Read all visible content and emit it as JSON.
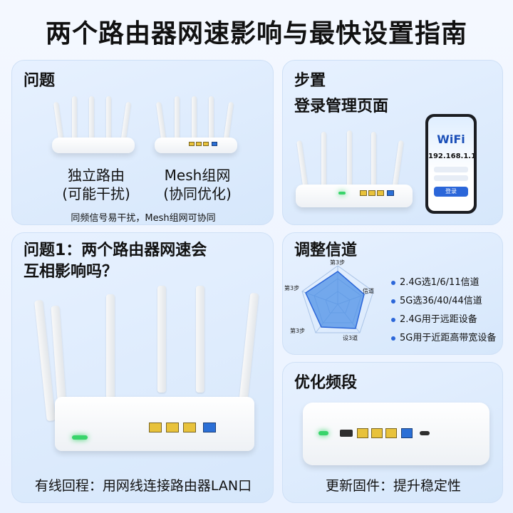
{
  "title": "两个路由器网速影响与最快设置指南",
  "card_problem": {
    "title": "问题",
    "left_label_line1": "独立路由",
    "left_label_line2": "(可能干扰)",
    "right_label_line1": "Mesh组网",
    "right_label_line2": "(协同优化)",
    "note": "同频信号易干扰，Mesh组网可协同"
  },
  "card_steps": {
    "title_line1": "步置",
    "title_line2": "登录管理页面",
    "phone_wifi": "WiFi",
    "phone_ip": "192.168.1.1",
    "phone_button": "登录"
  },
  "card_q1": {
    "title_line1": "问题1：两个路由器网速会",
    "title_line2": "互相影响吗？",
    "caption": "有线回程：用网线连接路由器LAN口"
  },
  "card_channel": {
    "title": "调整信道",
    "radar_labels": [
      "第3步",
      "信道",
      "设3道",
      "第3步",
      "第3步"
    ],
    "bullets": [
      "2.4G选1/6/11信道",
      "5G选36/40/44信道",
      "2.4G用于远距设备",
      "5G用于近距高带宽设备"
    ]
  },
  "card_band": {
    "title": "优化频段",
    "caption": "更新固件：提升稳定性"
  },
  "colors": {
    "accent": "#2b66d9",
    "card_bg": "#dceafb",
    "port_yellow": "#e8c23b",
    "port_blue": "#2b6fd6",
    "led_green": "#38d46a"
  }
}
